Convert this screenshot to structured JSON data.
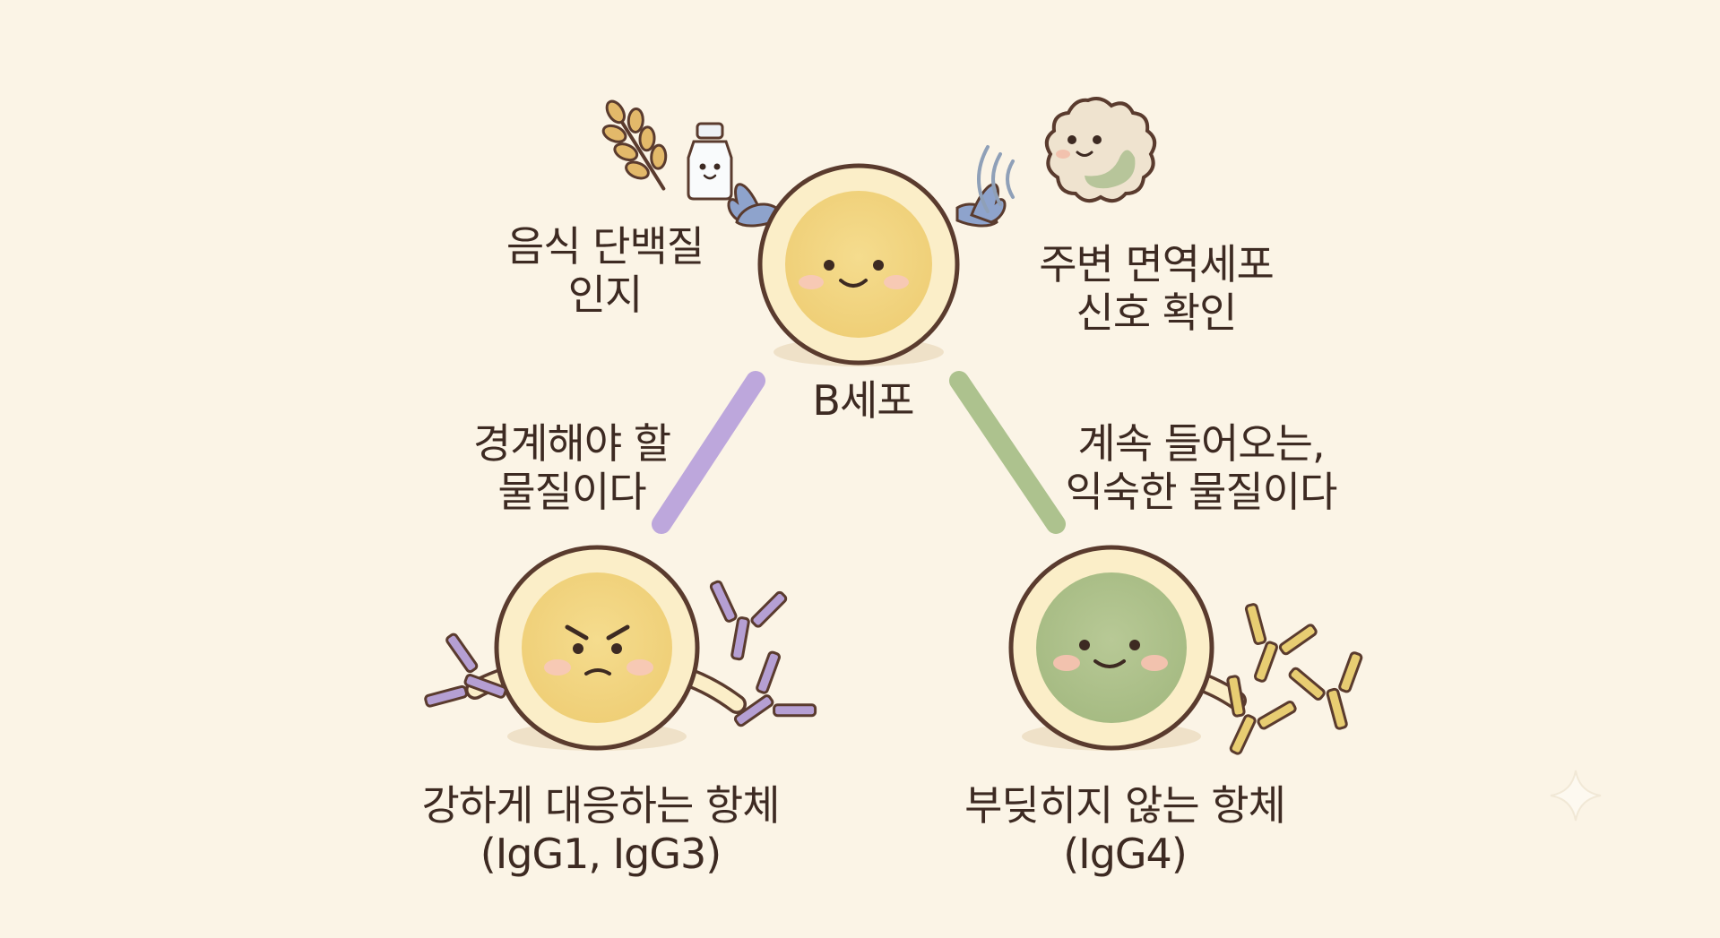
{
  "top": {
    "title": "B세포",
    "left_note": [
      "음식 단백질",
      "인지"
    ],
    "right_note": [
      "주변 면역세포",
      "신호 확인"
    ]
  },
  "edges": {
    "left": [
      "경계해야 할",
      "물질이다"
    ],
    "right": [
      "계속 들어오는,",
      "익숙한 물질이다"
    ]
  },
  "bottom_left": {
    "caption": [
      "강하게 대응하는 항체",
      "(IgG1, IgG3)"
    ]
  },
  "bottom_right": {
    "caption": [
      "부딪히지 않는 항체",
      "(IgG4)"
    ]
  },
  "colors": {
    "background": "#fbf4e6",
    "b_cell_fill": "#f3d98a",
    "cell_ring": "#fbeec8",
    "outline": "#5a3b2e",
    "alert_purple": "#b9a3d9",
    "tolerance_green": "#a9bf8a",
    "igg4_yellow": "#e3c76a",
    "receptor_blue": "#8aa0c8"
  },
  "icons": [
    "wheat-icon",
    "milk-bottle-icon",
    "immune-cell-icon",
    "signal-waves-icon",
    "antibody-icon",
    "sparkle-icon"
  ]
}
